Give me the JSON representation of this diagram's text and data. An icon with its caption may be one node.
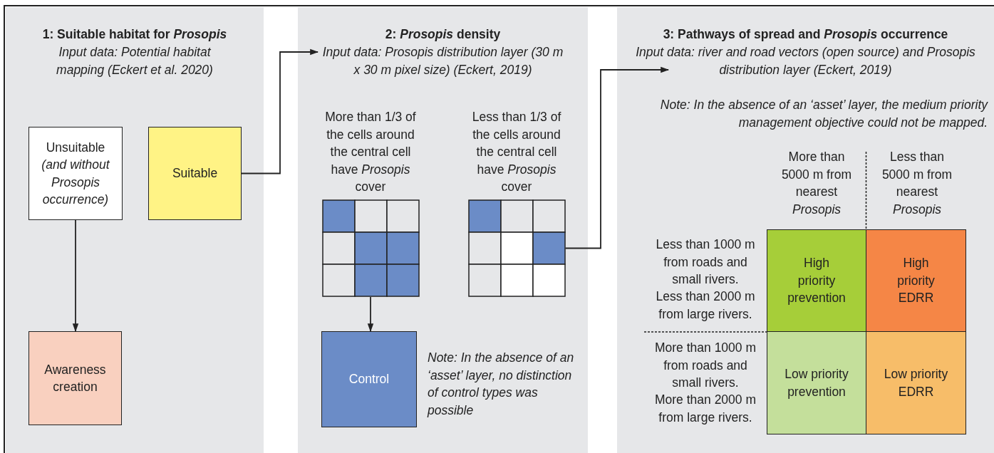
{
  "diagram": {
    "nodes": [
      {
        "text": [
          "1: Suitable habitat for *Prosopis*",
          "Input data: Potential habitat mapping (Eckert et al. 2020)"
        ]
      },
      {
        "text": [
          "Unsuitable",
          "(and without Prosopis occurrence)"
        ],
        "in": 0
      },
      {
        "text": [
          "Suitable"
        ],
        "in": 0
      },
      {
        "text": [
          "Awareness creation"
        ],
        "in": 0
      },
      {
        "text": [
          "2: *Prosopis* density",
          "Input data: Prosopis distribution layer (30 m x 30 m pixel size) (Eckert, 2019)"
        ]
      },
      {
        "text": [
          "More than 1/3 of the cells around the central cell have *Prosopis* cover"
        ],
        "in": 4
      },
      {
        "text": [
          "Less than 1/3 of the cells around the central cell have *Prosopis* cover"
        ],
        "in": 4
      },
      {
        "text": [
          "Control"
        ],
        "in": 4
      },
      {
        "text": [
          "3: Pathways of spread and *Prosopis* occurrence",
          "Input data: river and road vectors (open source) and Prosopis distribution layer (Eckert, 2019)"
        ]
      },
      {
        "text": [
          "High priority prevention"
        ],
        "in": 8
      },
      {
        "text": [
          "High priority EDRR"
        ],
        "in": 8
      },
      {
        "text": [
          "Low priority prevention"
        ],
        "in": 8
      },
      {
        "text": [
          "Low priority EDRR"
        ],
        "in": 8
      }
    ],
    "edges": [
      {
        "from": 1,
        "to": 3,
        "arrow": "to"
      },
      {
        "from": 2,
        "to": 4,
        "arrow": "to"
      },
      {
        "from": 5,
        "to": 7,
        "arrow": "to"
      },
      {
        "from": 6,
        "to": 8,
        "arrow": "to"
      }
    ],
    "labels": [
      "Note: In the absence of an ‘asset’ layer, no distinction of control types was possible",
      "Note: In the absence of an ‘asset’ layer, the medium priority management objective could not be mapped.",
      "More than 5000 m from nearest *Prosopis*",
      "Less than 5000 m from nearest *Prosopis*",
      "Less than 1000 m from roads and small rivers.",
      "Less than 2000 m from large rivers.",
      "More than 1000 m from roads and small rivers.",
      "More than 2000 m from large rivers."
    ]
  }
}
